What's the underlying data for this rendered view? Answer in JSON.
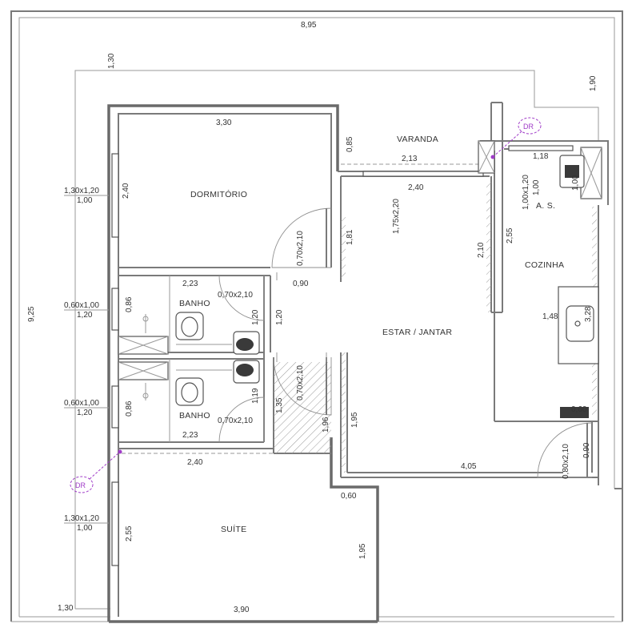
{
  "rooms": {
    "dormitorio": "DORMITÓRIO",
    "banho_top": "BANHO",
    "banho_bottom": "BANHO",
    "varanda": "VARANDA",
    "estar_jantar": "ESTAR / JANTAR",
    "cozinha": "COZINHA",
    "as": "A. S.",
    "suite": "SUÍTE"
  },
  "dimensions": {
    "overall_width": "8,95",
    "overall_height": "9,25",
    "left_strip_top": "1,30",
    "left_strip_bottom": "1,30",
    "top_right": "1,90",
    "dorm_width": "3,30",
    "dorm_height": "2,40",
    "varanda_height": "0,85",
    "varanda_width": "2,13",
    "estar_top": "2,40",
    "estar_left": "1,81",
    "estar_right": "2,10",
    "estar_bottom": "4,05",
    "estar_left_low": "1,95",
    "corridor_width": "0,90",
    "corridor_height": "1,20",
    "hall_height": "1,35",
    "hall_right": "1,96",
    "banho_top_width": "2,23",
    "banho_bottom_width": "2,23",
    "banho_top_height": "0,86",
    "banho_bottom_height": "0,86",
    "banho_top_inner": "1,20",
    "banho_bottom_inner": "1,19",
    "suite_top": "2,40",
    "suite_height": "2,55",
    "suite_width": "3,90",
    "suite_right": "1,95",
    "step": "0,60",
    "cozinha_height": "2,55",
    "cozinha_sink": "1,48",
    "cozinha_sink_inner": "3,28",
    "as_width": "1,18",
    "as_height": "1,00",
    "cozinha_bottom": "0,60",
    "cozinha_right": "0,90"
  },
  "openings": {
    "win_dorm_size": "1,30x1,20",
    "win_dorm_sill": "1,00",
    "win_banho1_size": "0,60x1,00",
    "win_banho1_sill": "1,20",
    "win_banho2_size": "0,60x1,00",
    "win_banho2_sill": "1,20",
    "win_suite_size": "1,30x1,20",
    "win_suite_sill": "1,00",
    "door_dorm": "0,70x2,10",
    "door_banho1": "0,70x2,10",
    "door_banho2": "0,70x2,10",
    "door_suite": "0,70x2,10",
    "door_varanda": "1,75x2,20",
    "win_as": "1,00x1,20",
    "win_as_sill": "1,00",
    "door_entry": "0,80x2,10",
    "dr_label": "DR"
  }
}
